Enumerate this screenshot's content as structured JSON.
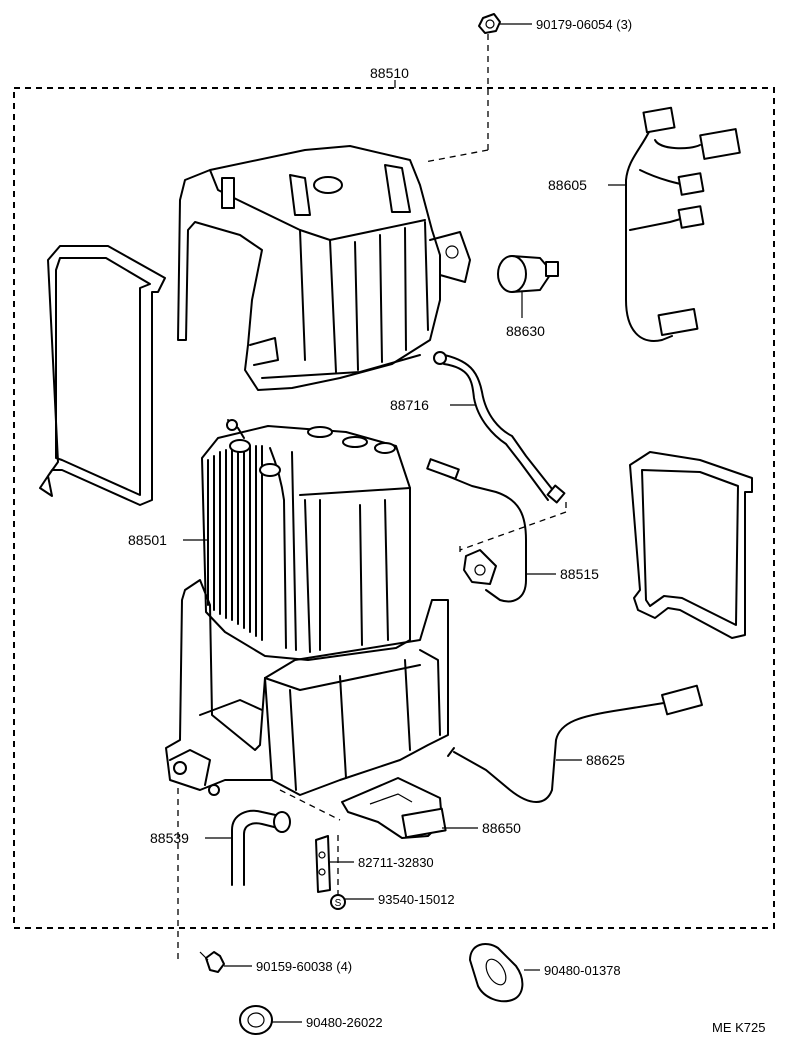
{
  "parts": {
    "assembly": "88510",
    "nut_top": "90179-06054 (3)",
    "wire_harness": "88605",
    "thermistor_plug": "88630",
    "tube_pipe": "88716",
    "evaporator": "88501",
    "expansion_valve": "88515",
    "hose_88539": "88539",
    "sensor_88625": "88625",
    "plate_88650": "88650",
    "bracket": "82711-32830",
    "screw_s": "93540-15012",
    "bolt_bottom": "90159-60038 (4)",
    "grommet_right": "90480-01378",
    "grommet_bottom": "90480-26022"
  },
  "marker_s": "S",
  "code": "ME K725"
}
